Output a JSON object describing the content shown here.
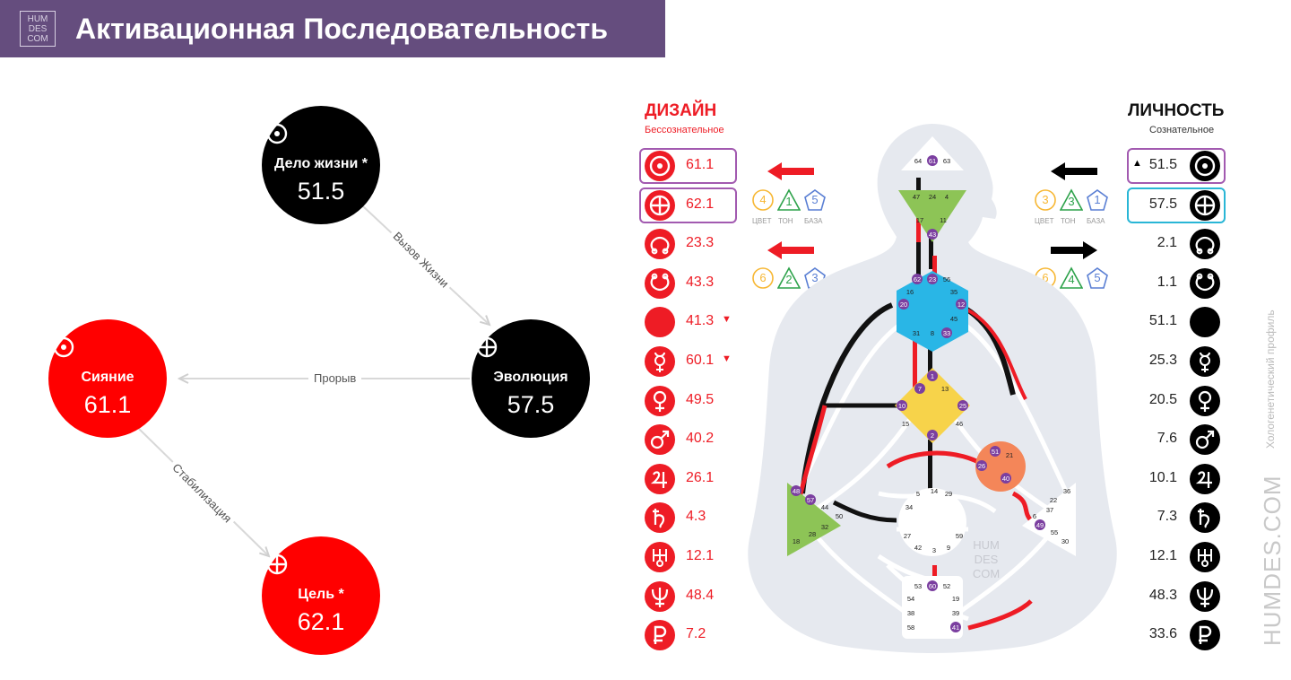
{
  "header": {
    "logo_lines": [
      "HUM",
      "DES",
      "COM"
    ],
    "title": "Активационная Последовательность"
  },
  "sequence": {
    "nodes": [
      {
        "id": "life-work",
        "label": "Дело жизни *",
        "value": "51.5",
        "color": "black",
        "symbol": "sun"
      },
      {
        "id": "evolution",
        "label": "Эволюция",
        "value": "57.5",
        "color": "black",
        "symbol": "earth"
      },
      {
        "id": "radiance",
        "label": "Сияние",
        "value": "61.1",
        "color": "red",
        "symbol": "sun"
      },
      {
        "id": "purpose",
        "label": "Цель *",
        "value": "62.1",
        "color": "red",
        "symbol": "earth"
      }
    ],
    "edges": [
      {
        "from": "life-work",
        "to": "evolution",
        "label": "Вызов Жизни"
      },
      {
        "from": "evolution",
        "to": "radiance",
        "label": "Прорыв"
      },
      {
        "from": "radiance",
        "to": "purpose",
        "label": "Стабилизация"
      }
    ]
  },
  "design": {
    "title": "ДИЗАЙН",
    "subtitle": "Бессознательное",
    "color": "#ee1c25",
    "rows": [
      {
        "icon": "sun-icon",
        "value": "61.1",
        "mark": ""
      },
      {
        "icon": "earth-icon",
        "value": "62.1",
        "mark": ""
      },
      {
        "icon": "north-node-icon",
        "value": "23.3",
        "mark": ""
      },
      {
        "icon": "south-node-icon",
        "value": "43.3",
        "mark": ""
      },
      {
        "icon": "moon-icon",
        "value": "41.3",
        "mark": "▼"
      },
      {
        "icon": "mercury-icon",
        "value": "60.1",
        "mark": "▼"
      },
      {
        "icon": "venus-icon",
        "value": "49.5",
        "mark": ""
      },
      {
        "icon": "mars-icon",
        "value": "40.2",
        "mark": ""
      },
      {
        "icon": "jupiter-icon",
        "value": "26.1",
        "mark": ""
      },
      {
        "icon": "saturn-icon",
        "value": "4.3",
        "mark": ""
      },
      {
        "icon": "uranus-icon",
        "value": "12.1",
        "mark": ""
      },
      {
        "icon": "neptune-icon",
        "value": "48.4",
        "mark": ""
      },
      {
        "icon": "pluto-icon",
        "value": "7.2",
        "mark": ""
      }
    ],
    "variables": [
      {
        "color": "4",
        "tone": "1",
        "base": "5"
      },
      {
        "color": "6",
        "tone": "2",
        "base": "3"
      }
    ]
  },
  "personality": {
    "title": "ЛИЧНОСТЬ",
    "subtitle": "Сознательное",
    "color": "#000000",
    "rows": [
      {
        "icon": "sun-icon",
        "value": "51.5",
        "mark": "▲"
      },
      {
        "icon": "earth-icon",
        "value": "57.5",
        "mark": ""
      },
      {
        "icon": "north-node-icon",
        "value": "2.1",
        "mark": ""
      },
      {
        "icon": "south-node-icon",
        "value": "1.1",
        "mark": ""
      },
      {
        "icon": "moon-icon",
        "value": "51.1",
        "mark": ""
      },
      {
        "icon": "mercury-icon",
        "value": "25.3",
        "mark": ""
      },
      {
        "icon": "venus-icon",
        "value": "20.5",
        "mark": ""
      },
      {
        "icon": "mars-icon",
        "value": "7.6",
        "mark": ""
      },
      {
        "icon": "jupiter-icon",
        "value": "10.1",
        "mark": ""
      },
      {
        "icon": "saturn-icon",
        "value": "7.3",
        "mark": ""
      },
      {
        "icon": "uranus-icon",
        "value": "12.1",
        "mark": ""
      },
      {
        "icon": "neptune-icon",
        "value": "48.3",
        "mark": ""
      },
      {
        "icon": "pluto-icon",
        "value": "33.6",
        "mark": ""
      }
    ],
    "variables": [
      {
        "color": "3",
        "tone": "3",
        "base": "1"
      },
      {
        "color": "6",
        "tone": "4",
        "base": "5"
      }
    ]
  },
  "variable_captions": {
    "color": "ЦВЕТ",
    "tone": "ТОН",
    "base": "БАЗА"
  },
  "bodygraph": {
    "centers": [
      {
        "name": "head",
        "gates": [
          "64",
          "61",
          "63"
        ]
      },
      {
        "name": "ajna",
        "gates": [
          "47",
          "24",
          "4",
          "17",
          "11",
          "43"
        ]
      },
      {
        "name": "throat",
        "gates": [
          "62",
          "23",
          "56",
          "16",
          "35",
          "20",
          "12",
          "45",
          "31",
          "8",
          "33"
        ]
      },
      {
        "name": "g-center",
        "gates": [
          "7",
          "1",
          "13",
          "10",
          "25",
          "15",
          "46",
          "2"
        ]
      },
      {
        "name": "heart",
        "gates": [
          "51",
          "21",
          "26",
          "40"
        ]
      },
      {
        "name": "spleen",
        "gates": [
          "48",
          "57",
          "44",
          "50",
          "32",
          "28",
          "18"
        ]
      },
      {
        "name": "sacral",
        "gates": [
          "5",
          "14",
          "29",
          "34",
          "27",
          "59",
          "42",
          "3",
          "9"
        ]
      },
      {
        "name": "solar-plexus",
        "gates": [
          "36",
          "22",
          "37",
          "6",
          "49",
          "55",
          "30"
        ]
      },
      {
        "name": "root",
        "gates": [
          "53",
          "60",
          "52",
          "54",
          "19",
          "38",
          "39",
          "58",
          "41"
        ]
      }
    ],
    "watermark": [
      "HUM",
      "DES",
      "COM"
    ]
  },
  "side": {
    "caption": "Хологенетический профиль",
    "brand": "HUMDES.COM"
  }
}
